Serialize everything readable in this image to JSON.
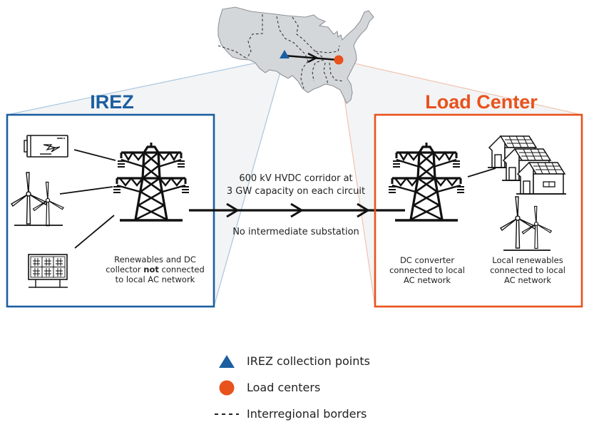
{
  "colors": {
    "irez_blue": "#1c5fa1",
    "load_orange": "#e8521c",
    "map_fill": "#d4d7da",
    "map_stroke": "#8f9499",
    "fan_fill": "#f3f4f5",
    "fan_blue_line": "#a9c6df",
    "fan_orange_line": "#f2c3b1",
    "ink": "#111111"
  },
  "map": {
    "collection_point": "irez-collection-point",
    "load_center": "load-center",
    "corridor": "hvdc-corridor-arrow"
  },
  "irez_box": {
    "title": "IREZ",
    "icons": [
      "battery-icon",
      "wind-turbines-icon",
      "solar-panel-icon",
      "transmission-tower-icon"
    ],
    "caption_line1": "Renewables and DC",
    "caption_line2_pre": "collector ",
    "caption_line2_bold": "not",
    "caption_line2_post": " connected",
    "caption_line3": "to local AC network"
  },
  "corridor": {
    "line1": "600 kV HVDC corridor at",
    "line2": "3 GW capacity on each circuit",
    "line3": "No intermediate substation"
  },
  "load_box": {
    "title": "Load Center",
    "icons": [
      "transmission-tower-icon",
      "solar-houses-icon",
      "wind-turbines-icon"
    ],
    "converter_caption": [
      "DC converter",
      "connected to local",
      "AC network"
    ],
    "renewables_caption": [
      "Local renewables",
      "connected to local",
      "AC network"
    ]
  },
  "legend": {
    "items": [
      {
        "symbol": "triangle-icon",
        "label": "IREZ collection points"
      },
      {
        "symbol": "circle-icon",
        "label": "Load centers"
      },
      {
        "symbol": "dashed-line-icon",
        "label": "Interregional borders"
      }
    ]
  }
}
